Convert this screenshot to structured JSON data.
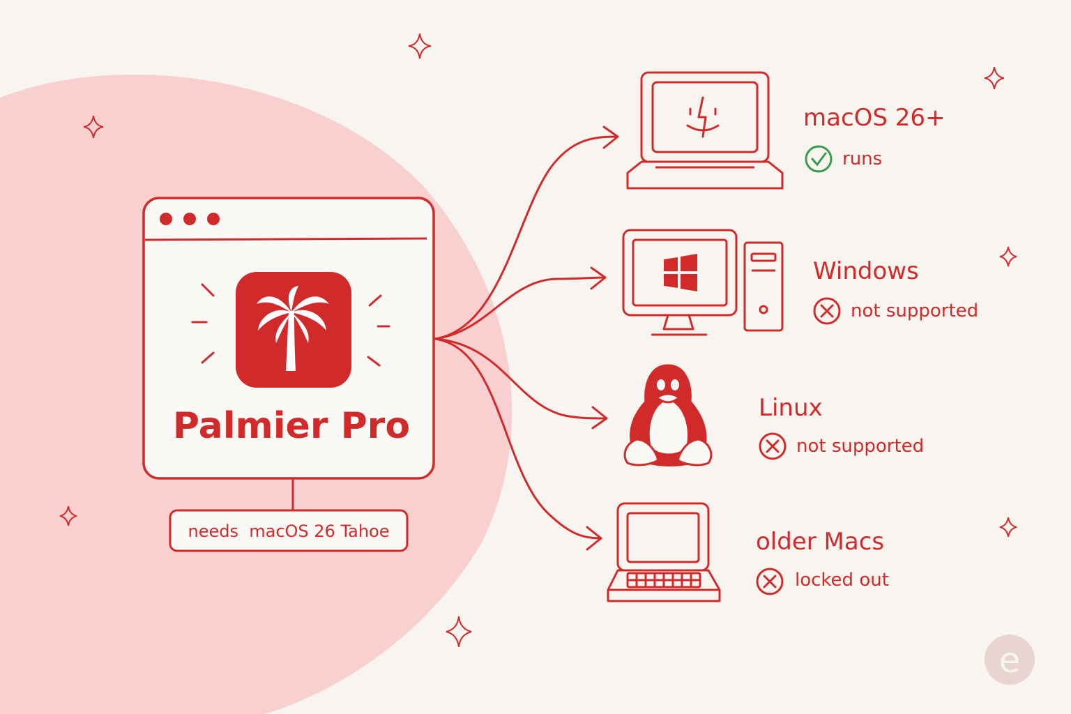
{
  "app": {
    "name": "Palmier Pro",
    "requirement": "needs  macOS 26 Tahoe",
    "icon": "palm-tree-icon"
  },
  "platforms": [
    {
      "name": "macOS 26+",
      "status": "runs",
      "supported": true,
      "icon": "finder-laptop-icon"
    },
    {
      "name": "Windows",
      "status": "not supported",
      "supported": false,
      "icon": "windows-desktop-icon"
    },
    {
      "name": "Linux",
      "status": "not supported",
      "supported": false,
      "icon": "tux-penguin-icon"
    },
    {
      "name": "older Macs",
      "status": "locked out",
      "supported": false,
      "icon": "old-laptop-icon"
    }
  ],
  "watermark": "e",
  "colors": {
    "accent": "#d12a2a",
    "background": "#f8f5f0",
    "blob": "#f9d0d0",
    "check": "#3a9a4a",
    "watermark": "#e8d5d2"
  }
}
